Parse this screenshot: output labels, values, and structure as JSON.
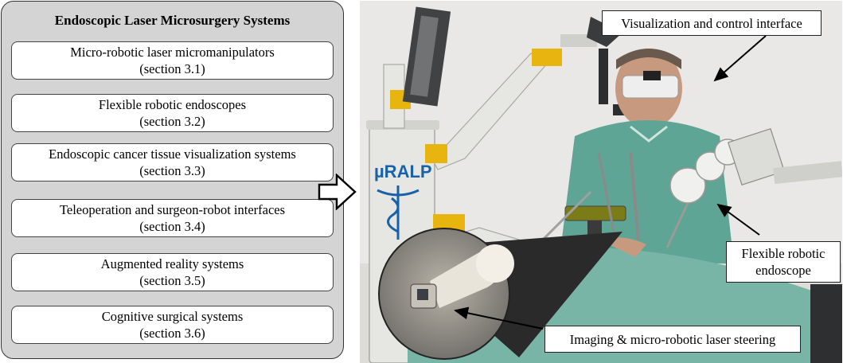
{
  "panel": {
    "title": "Endoscopic Laser Microsurgery Systems",
    "items": [
      {
        "label": "Micro-robotic laser micromanipulators",
        "section": "(section 3.1)"
      },
      {
        "label": "Flexible robotic endoscopes",
        "section": "(section 3.2)"
      },
      {
        "label": "Endoscopic cancer tissue visualization systems",
        "section": "(section 3.3)"
      },
      {
        "label": "Teleoperation and surgeon-robot interfaces",
        "section": "(section 3.4)"
      },
      {
        "label": "Augmented reality systems",
        "section": "(section 3.5)"
      },
      {
        "label": "Cognitive surgical systems",
        "section": "(section 3.6)"
      }
    ]
  },
  "photo": {
    "logo_text": "µRALP",
    "callouts": {
      "visualization": "Visualization and control interface",
      "endoscope_line1": "Flexible robotic",
      "endoscope_line2": "endoscope",
      "imaging": "Imaging & micro-robotic laser steering"
    }
  },
  "colors": {
    "panel_bg": "#d4d4d4",
    "scrubs": "#5fa596",
    "robot_yellow": "#e8b40f",
    "robot_white": "#e6e6e3",
    "drape": "#79b5a6"
  }
}
